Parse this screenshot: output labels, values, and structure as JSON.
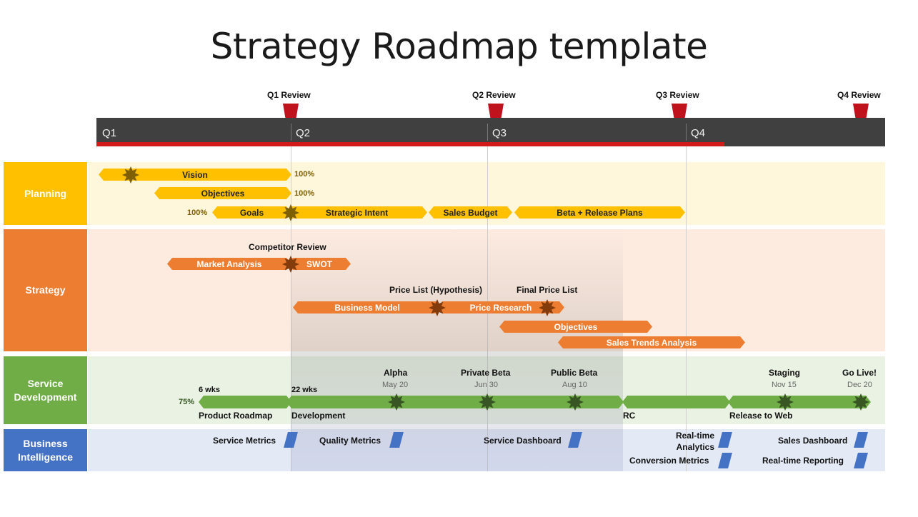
{
  "title": "Strategy Roadmap template",
  "reviews": [
    "Q1 Review",
    "Q2 Review",
    "Q3 Review",
    "Q4 Review"
  ],
  "quarters": [
    "Q1",
    "Q2",
    "Q3",
    "Q4"
  ],
  "colors": {
    "planning": "#ffc000",
    "strategy": "#ed7d31",
    "service": "#70ad47",
    "bi": "#4472c4",
    "review_flag": "#c0121c",
    "timeline": "#404040"
  },
  "lanes": {
    "planning": "Planning",
    "strategy": "Strategy",
    "service": "Service Development",
    "bi": "Business Intelligence"
  },
  "planning": {
    "vision": "Vision",
    "vision_pct": "100%",
    "objectives": "Objectives",
    "objectives_pct": "100%",
    "goals_pct": "100%",
    "goals": "Goals",
    "strategic_intent": "Strategic Intent",
    "sales_budget": "Sales Budget",
    "beta_release": "Beta + Release Plans"
  },
  "strategy": {
    "competitor_review": "Competitor Review",
    "market_analysis": "Market Analysis",
    "swot": "SWOT",
    "price_list_hyp": "Price List (Hypothesis)",
    "final_price_list": "Final Price List",
    "business_model": "Business Model",
    "price_research": "Price Research",
    "objectives": "Objectives",
    "sales_trends": "Sales Trends Analysis"
  },
  "service": {
    "six_wks": "6 wks",
    "twentytwo_wks": "22 wks",
    "pct": "75%",
    "alpha": "Alpha",
    "alpha_date": "May 20",
    "private_beta": "Private Beta",
    "private_beta_date": "Jun 30",
    "public_beta": "Public Beta",
    "public_beta_date": "Aug 10",
    "staging": "Staging",
    "staging_date": "Nov 15",
    "golive": "Go Live!",
    "golive_date": "Dec 20",
    "product_roadmap": "Product Roadmap",
    "development": "Development",
    "rc": "RC",
    "release": "Release to Web"
  },
  "bi": {
    "service_metrics": "Service Metrics",
    "quality_metrics": "Quality Metrics",
    "service_dashboard": "Service Dashboard",
    "realtime_analytics": "Real-time Analytics",
    "conversion_metrics": "Conversion Metrics",
    "sales_dashboard": "Sales Dashboard",
    "realtime_reporting": "Real-time Reporting"
  }
}
